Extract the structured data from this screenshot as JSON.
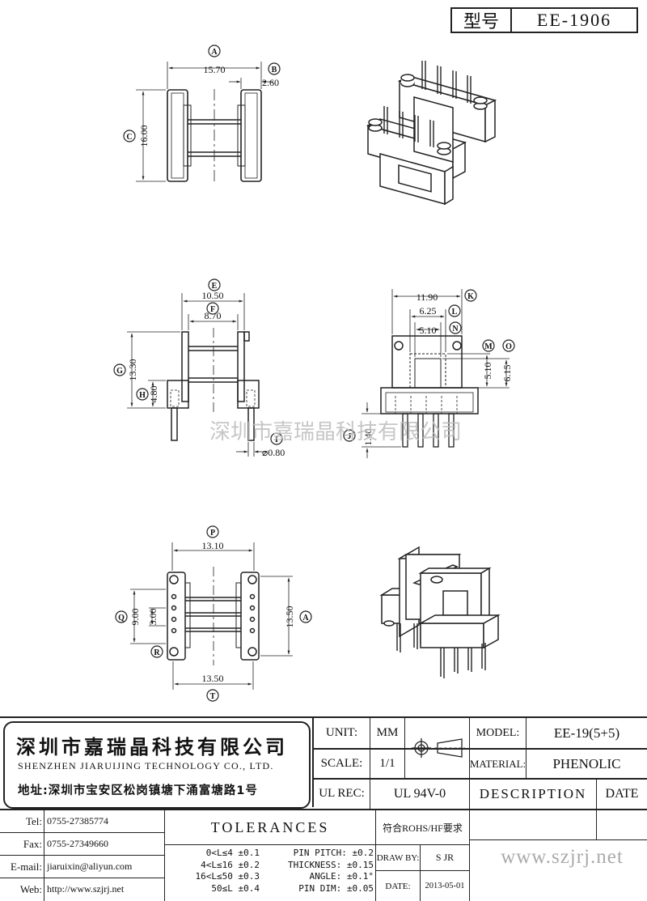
{
  "header": {
    "model_label": "型号",
    "model_value": "EE-1906"
  },
  "watermark": "深圳市嘉瑞晶科技有限公司",
  "dimensions": {
    "top": {
      "A": "15.70",
      "B": "2.60",
      "C": "16.00"
    },
    "middle": {
      "E": "10.50",
      "F": "8.70",
      "G": "13.30",
      "H": "4.80",
      "I": "⌀0.80",
      "K": "11.90",
      "L": "6.25",
      "N": "5.10",
      "M": "5.10",
      "O": "6.15",
      "J": "1.40"
    },
    "bottom": {
      "P": "13.10",
      "Q": "9.00",
      "R": "3.00",
      "A": "13.50",
      "T": "13.50"
    }
  },
  "letters": [
    "A",
    "B",
    "C",
    "E",
    "F",
    "G",
    "H",
    "I",
    "J",
    "K",
    "L",
    "M",
    "N",
    "O",
    "P",
    "Q",
    "R",
    "T"
  ],
  "company": {
    "name_cn": "深圳市嘉瑞晶科技有限公司",
    "name_en": "SHENZHEN JIARUIJING TECHNOLOGY CO., LTD.",
    "address": "地址:深圳市宝安区松岗镇塘下涌富塘路1号"
  },
  "title_block": {
    "unit_label": "UNIT:",
    "unit_value": "MM",
    "scale_label": "SCALE:",
    "scale_value": "1/1",
    "ul_label": "UL REC:",
    "ul_value": "UL 94V-0",
    "model_label": "MODEL:",
    "model_value": "EE-19(5+5)",
    "material_label": "MATERIAL:",
    "material_value": "PHENOLIC",
    "description": "DESCRIPTION",
    "date_header": "DATE",
    "tolerances": "TOLERANCES",
    "rohs": "符合ROHS/HF要求",
    "draw_by_label": "DRAW BY:",
    "draw_by_value": "S JR",
    "date_label": "DATE:",
    "date_value": "2013-05-01",
    "website_large": "www.szjrj.net",
    "tol_lines": [
      "0<L≤4 ±0.1",
      "4<L≤16 ±0.2",
      "16<L≤50 ±0.3",
      "50≤L ±0.4"
    ],
    "pin_lines": [
      "PIN PITCH: ±0.2",
      "THICKNESS: ±0.15",
      "ANGLE: ±0.1°",
      "PIN DIM: ±0.05"
    ]
  },
  "contacts": {
    "tel_label": "Tel:",
    "tel": "0755-27385774",
    "fax_label": "Fax:",
    "fax": "0755-27349660",
    "email_label": "E-mail:",
    "email": "jiaruixin@aliyun.com",
    "web_label": "Web:",
    "web": "http://www.szjrj.net"
  }
}
